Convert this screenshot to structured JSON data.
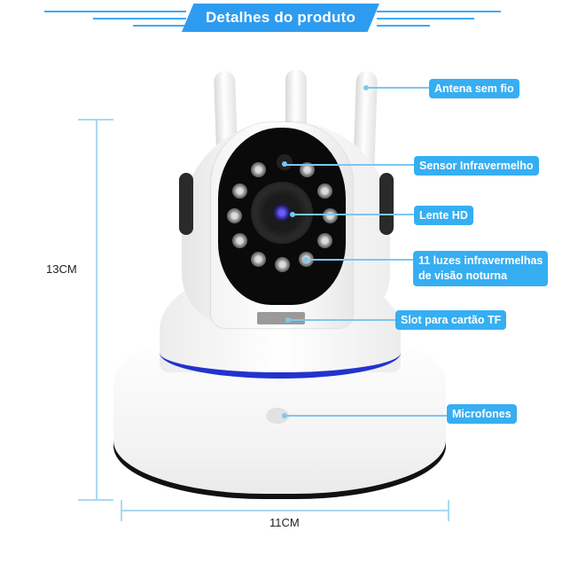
{
  "header": {
    "title": "Detalhes do produto",
    "accent_color": "#2d9cf0"
  },
  "callouts": [
    {
      "id": "antenna",
      "label": "Antena sem fio"
    },
    {
      "id": "ir-sensor",
      "label": "Sensor Infravermelho"
    },
    {
      "id": "lens",
      "label": "Lente HD"
    },
    {
      "id": "ir-leds",
      "label_line1": "11 luzes infravermelhas",
      "label_line2": "de visão noturna"
    },
    {
      "id": "tf-slot",
      "label": "Slot para cartão TF"
    },
    {
      "id": "microphone",
      "label": "Microfones"
    }
  ],
  "dimensions": {
    "height": "13CM",
    "width": "11CM"
  },
  "colors": {
    "callout_bg": "#36aef2",
    "leader_line": "#7cc7f0",
    "dimension_line": "#a8daf0",
    "ring": "#2233cc"
  }
}
